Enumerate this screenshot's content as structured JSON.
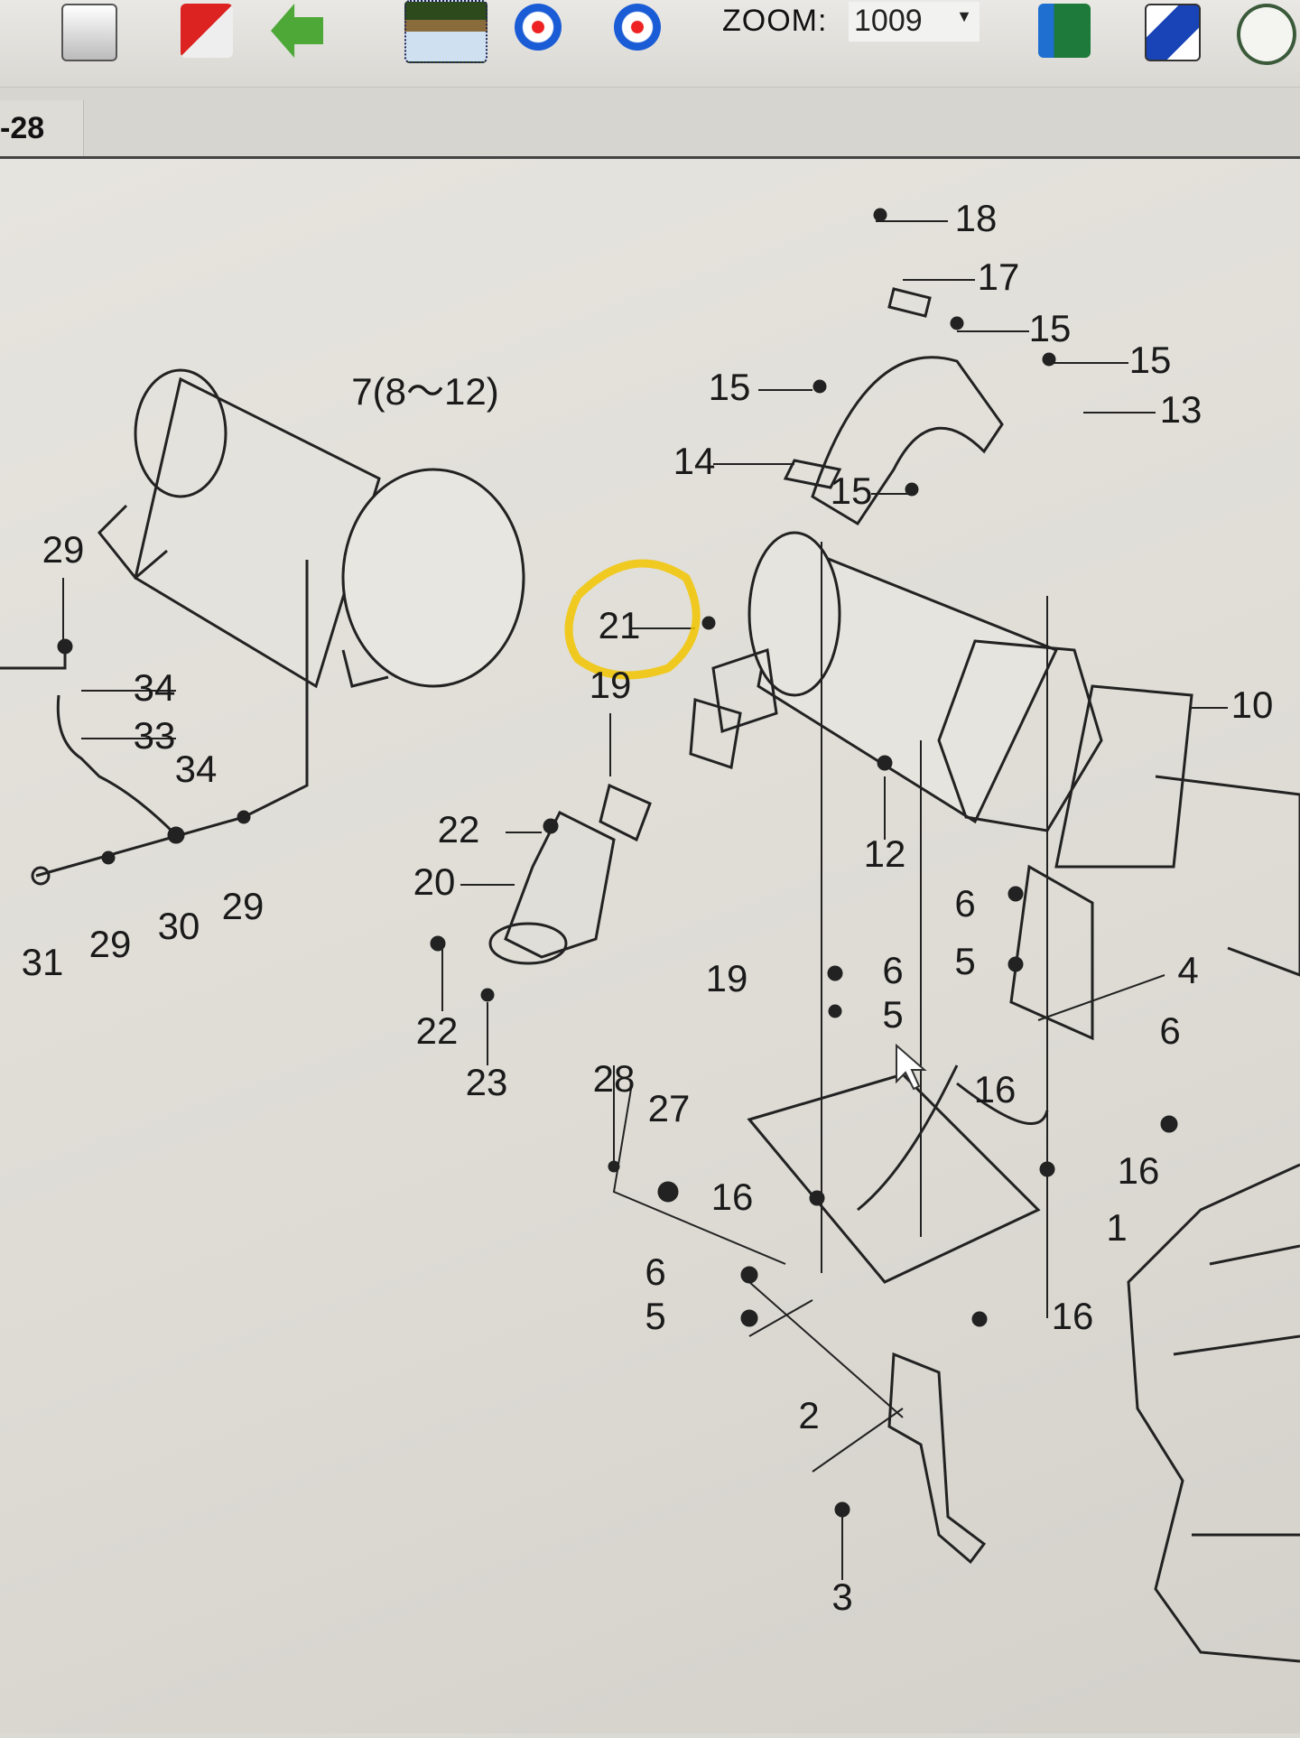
{
  "toolbar": {
    "zoom_label": "ZOOM:",
    "zoom_value": "1009",
    "icons": [
      "print-preview-icon",
      "home-icon",
      "back-arrow-icon",
      "page-navigation-icon",
      "zoom-in-icon",
      "zoom-out-icon",
      "excel-export-icon",
      "folder-icon",
      "logo-icon"
    ]
  },
  "tab": {
    "label": "-28"
  },
  "diagram": {
    "labels": [
      "18",
      "17",
      "15",
      "15",
      "13",
      "15",
      "14",
      "15",
      "7(8～12)",
      "29",
      "21",
      "19",
      "10",
      "34",
      "33",
      "34",
      "22",
      "20",
      "12",
      "29",
      "31",
      "29",
      "30",
      "6",
      "5",
      "4",
      "19",
      "6",
      "5",
      "22",
      "23",
      "6",
      "28",
      "27",
      "16",
      "16",
      "16",
      "1",
      "6",
      "5",
      "16",
      "2",
      "3"
    ],
    "highlight_color": "#f2c500"
  }
}
